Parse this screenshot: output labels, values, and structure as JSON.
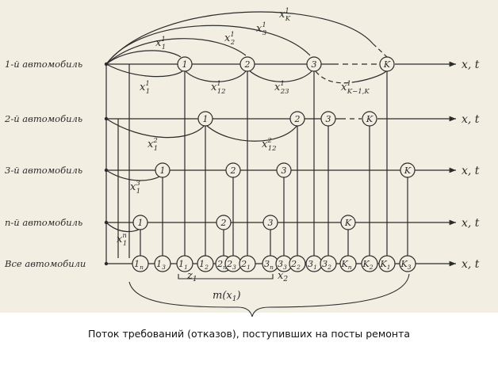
{
  "rows": [
    {
      "label": "1-й автомобиль",
      "out": "x, t"
    },
    {
      "label": "2-й автомобиль",
      "out": "x, t"
    },
    {
      "label": "3-й автомобиль",
      "out": "x, t"
    },
    {
      "label": "n-й автомобиль",
      "out": "x, t"
    },
    {
      "label": "Все автомобили",
      "out": "x, t"
    }
  ],
  "row1_nodes": [
    "1",
    "2",
    "3",
    "K"
  ],
  "row2_nodes": [
    "1",
    "2",
    "3",
    "K"
  ],
  "row3_nodes": [
    "1",
    "2",
    "3",
    "K"
  ],
  "rown_nodes": [
    "1",
    "2",
    "3",
    "K"
  ],
  "all_nodes": [
    {
      "b": "1",
      "s": "n"
    },
    {
      "b": "1",
      "s": "3"
    },
    {
      "b": "1",
      "s": "1"
    },
    {
      "b": "1",
      "s": "2"
    },
    {
      "b": "2",
      "s": "n"
    },
    {
      "b": "2",
      "s": "3"
    },
    {
      "b": "2",
      "s": "1"
    },
    {
      "b": "3",
      "s": "n"
    },
    {
      "b": "3",
      "s": "3"
    },
    {
      "b": "2",
      "s": "2"
    },
    {
      "b": "3",
      "s": "1"
    },
    {
      "b": "3",
      "s": "2"
    },
    {
      "b": "K",
      "s": "n"
    },
    {
      "b": "K",
      "s": "2"
    },
    {
      "b": "K",
      "s": "1"
    },
    {
      "b": "K",
      "s": "3"
    }
  ],
  "arc_labels": {
    "xK": {
      "b": "x",
      "sup": "1",
      "sub": "K"
    },
    "x3": {
      "b": "x",
      "sup": "1",
      "sub": "3"
    },
    "x2": {
      "b": "x",
      "sup": "1",
      "sub": "2"
    },
    "x1": {
      "b": "x",
      "sup": "1",
      "sub": "1"
    },
    "b1": {
      "b": "x",
      "sup": "1",
      "sub": "1"
    },
    "b12": {
      "b": "x",
      "sup": "1",
      "sub": "12"
    },
    "b23": {
      "b": "x",
      "sup": "1",
      "sub": "23"
    },
    "bK": {
      "b": "x",
      "sup": "1",
      "sub": "K−1,K"
    },
    "r2a": {
      "b": "x",
      "sup": "2",
      "sub": "1"
    },
    "r2b": {
      "b": "x",
      "sup": "2",
      "sub": "12"
    },
    "r3": {
      "b": "x",
      "sup": "3",
      "sub": "1"
    },
    "rn": {
      "b": "x",
      "sup": "n",
      "sub": "1"
    }
  },
  "bottom": {
    "z1": {
      "b": "z",
      "sub": "1"
    },
    "z2": {
      "b": "x",
      "sub": "2"
    },
    "m": "m(x",
    "m_sub": "1",
    "m_close": ")"
  },
  "caption": "Поток требований (отказов), поступивших на посты ремонта",
  "colors": {
    "ink": "#2b2b2b",
    "paper": "#f2eee2"
  }
}
